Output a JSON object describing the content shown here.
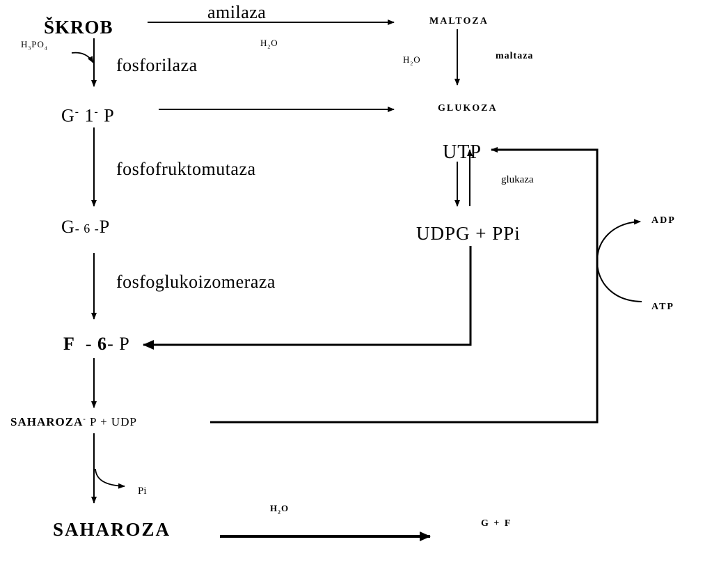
{
  "nodes": {
    "skrob": "ŠKROB",
    "h3po4_H": "H",
    "h3po4_sub3": "3",
    "h3po4_PO": "PO",
    "h3po4_sub4": "4",
    "g1p_G": "G",
    "g1p_sup1": "-",
    "g1p_1": "1",
    "g1p_sup2": "-",
    "g1p_P": "P",
    "g6p_G": "G",
    "g6p_mid": "- 6 -",
    "g6p_P": "P",
    "f6p_F": "F",
    "f6p_mid": "- 6",
    "f6p_P": "- P",
    "saharoza_p_1": "SAHAROZA",
    "saharoza_p_sup": "-",
    "saharoza_p_2": "P + UDP",
    "pi": "Pi",
    "saharoza": "SAHAROZA",
    "maltoza": "MALTOZA",
    "glukoza": "GLUKOZA",
    "utp": "UTP",
    "udpg": "UDPG + PPi",
    "adp": "ADP",
    "atp": "ATP",
    "g_f": "G + F",
    "water1_H": "H",
    "water1_sub": "2",
    "water1_O": "O",
    "water2_H": "H",
    "water2_sub": "2",
    "water2_O": "O",
    "water3_H": "H",
    "water3_sub": "2",
    "water3_O": "O"
  },
  "enzymes": {
    "amilaza": "amilaza",
    "fosforilaza": "fosforilaza",
    "fosfofruktomutaza": "fosfofruktomutaza",
    "fosfoglukoizomeraza": "fosfoglukoizomeraza",
    "maltaza": "maltaza",
    "glukaza": "glukaza"
  }
}
